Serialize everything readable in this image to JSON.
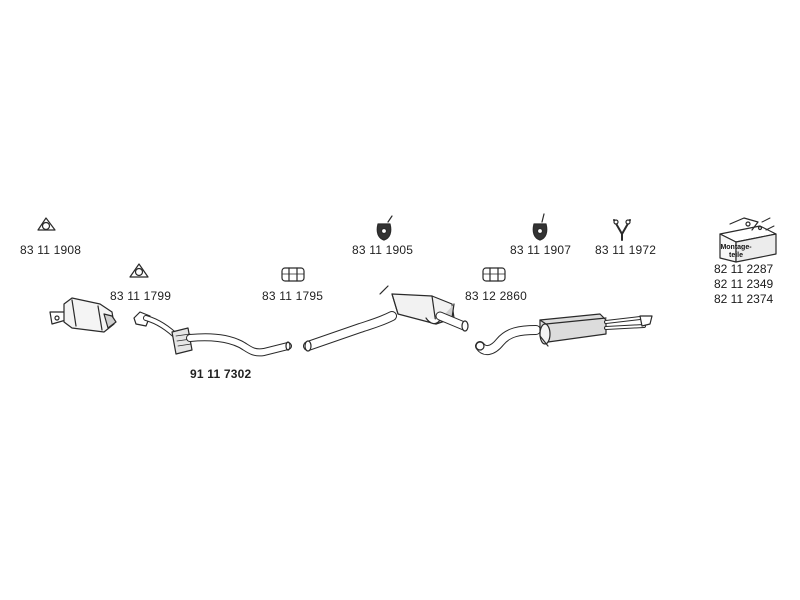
{
  "parts": {
    "gasket_1908": "83 11 1908",
    "gasket_1799": "83 11 1799",
    "front_pipe": "91 11 7302",
    "clamp_1795": "83 11 1795",
    "rubber_mount_1905": "83 11 1905",
    "clamp_2860": "83 12 2860",
    "rubber_mount_1907": "83 11 1907",
    "hanger_1972": "83 11 1972",
    "mounting_kit": [
      "82 11 2287",
      "82 11 2349",
      "82 11 2374"
    ]
  },
  "kit_box": {
    "line1": "Montage-",
    "line2": "teile"
  },
  "colors": {
    "line": "#2a2a2a",
    "fill": "#ffffff",
    "shade": "#9a9a9a"
  }
}
